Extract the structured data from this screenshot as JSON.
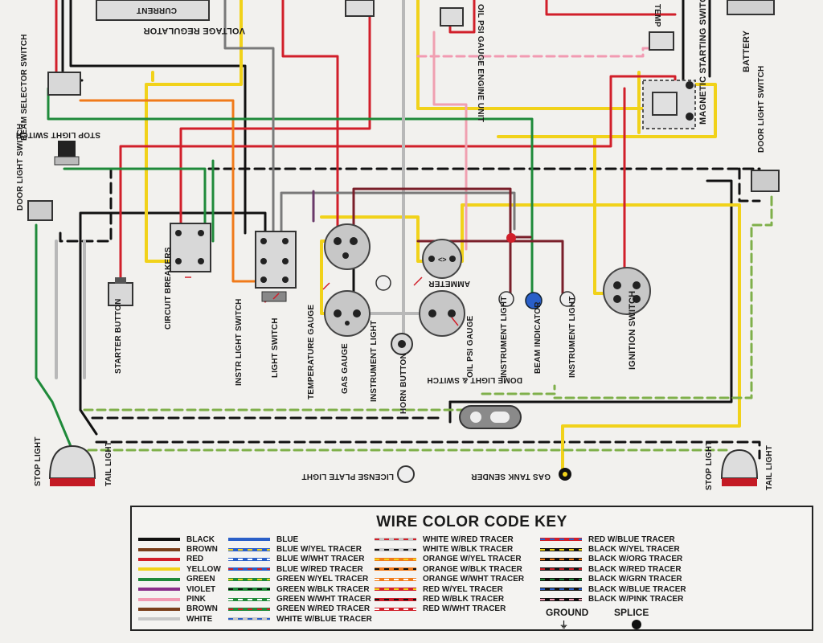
{
  "labels": {
    "voltage_regulator": "VOLTAGE REGULATOR",
    "current_regulator": "CURRENT",
    "beam_selector_switch": "BEAM SELECTOR SWITCH",
    "stop_light_switch": "STOP LIGHT SWITCH",
    "door_light_switch_left": "DOOR LIGHT SWITCH",
    "door_light_switch_right": "DOOR LIGHT SWITCH",
    "oil_psi_gauge_engine_unit": "OIL PSI GAUGE ENGINE UNIT",
    "temp_gauge_unit": "TEMP",
    "magnetic_starting_switch": "MAGNETIC STARTING SWITCH",
    "battery": "BATTERY",
    "starter_button": "STARTER BUTTON",
    "circuit_breakers": "CIRCUIT BREAKERS",
    "instr_light_switch": "INSTR LIGHT SWITCH",
    "light_switch": "LIGHT SWITCH",
    "temperature_gauge": "TEMPERATURE GAUGE",
    "gas_gauge": "GAS GAUGE",
    "instrument_light_1": "INSTRUMENT LIGHT",
    "horn_button": "HORN BUTTON",
    "oil_psi_gauge": "OIL PSI GAUGE",
    "ammeter": "AMMETER",
    "instrument_light_2": "INSTRUMENT LIGHT",
    "beam_indicator": "BEAM INDICATOR",
    "instrument_light_3": "INSTRUMENT LIGHT",
    "ignition_switch": "IGNITION SWITCH",
    "dome_light_switch": "DOME LIGHT & SWITCH",
    "license_plate_light": "LICENSE PLATE LIGHT",
    "gas_tank_sender": "GAS TANK SENDER",
    "stop_light_left": "STOP LIGHT",
    "tail_light_left": "TAIL LIGHT",
    "stop_light_right": "STOP LIGHT",
    "tail_light_right": "TAIL LIGHT"
  },
  "key": {
    "title": "WIRE COLOR CODE KEY",
    "columns": [
      [
        {
          "name": "BLACK",
          "color": "#111111"
        },
        {
          "name": "BROWN",
          "color": "#7a3e1a"
        },
        {
          "name": "RED",
          "color": "#d11f2a"
        },
        {
          "name": "YELLOW",
          "color": "#f1d21a"
        },
        {
          "name": "GREEN",
          "color": "#1f8a3a"
        },
        {
          "name": "VIOLET",
          "color": "#8a2f8a"
        },
        {
          "name": "PINK",
          "color": "#f29ab2"
        },
        {
          "name": "BROWN",
          "color": "#7a3e1a"
        },
        {
          "name": "WHITE",
          "color": "#c8c8c8"
        }
      ],
      [
        {
          "name": "BLUE",
          "color": "#2a5fc8"
        },
        {
          "name": "BLUE W/YEL TRACER",
          "color": "#2a5fc8",
          "tracer": "#f1d21a"
        },
        {
          "name": "BLUE W/WHT TRACER",
          "color": "#2a5fc8",
          "tracer": "#ffffff"
        },
        {
          "name": "BLUE W/RED TRACER",
          "color": "#2a5fc8",
          "tracer": "#d11f2a"
        },
        {
          "name": "GREEN W/YEL TRACER",
          "color": "#1f8a3a",
          "tracer": "#f1d21a"
        },
        {
          "name": "GREEN W/BLK TRACER",
          "color": "#1f8a3a",
          "tracer": "#111111"
        },
        {
          "name": "GREEN W/WHT TRACER",
          "color": "#1f8a3a",
          "tracer": "#ffffff"
        },
        {
          "name": "GREEN W/RED TRACER",
          "color": "#1f8a3a",
          "tracer": "#d11f2a"
        },
        {
          "name": "WHITE W/BLUE TRACER",
          "color": "#c8c8c8",
          "tracer": "#2a5fc8"
        }
      ],
      [
        {
          "name": "WHITE W/RED TRACER",
          "color": "#c8c8c8",
          "tracer": "#d11f2a"
        },
        {
          "name": "WHITE W/BLK TRACER",
          "color": "#c8c8c8",
          "tracer": "#111111"
        },
        {
          "name": "ORANGE W/YEL TRACER",
          "color": "#f07a1a",
          "tracer": "#f1d21a"
        },
        {
          "name": "ORANGE W/BLK TRACER",
          "color": "#f07a1a",
          "tracer": "#111111"
        },
        {
          "name": "ORANGE W/WHT TRACER",
          "color": "#f07a1a",
          "tracer": "#ffffff"
        },
        {
          "name": "RED W/YEL TRACER",
          "color": "#d11f2a",
          "tracer": "#f1d21a"
        },
        {
          "name": "RED W/BLK TRACER",
          "color": "#d11f2a",
          "tracer": "#111111"
        },
        {
          "name": "RED W/WHT TRACER",
          "color": "#d11f2a",
          "tracer": "#ffffff"
        }
      ],
      [
        {
          "name": "RED W/BLUE TRACER",
          "color": "#d11f2a",
          "tracer": "#2a5fc8"
        },
        {
          "name": "BLACK W/YEL TRACER",
          "color": "#111111",
          "tracer": "#f1d21a"
        },
        {
          "name": "BLACK W/ORG TRACER",
          "color": "#111111",
          "tracer": "#f07a1a"
        },
        {
          "name": "BLACK W/RED TRACER",
          "color": "#111111",
          "tracer": "#d11f2a"
        },
        {
          "name": "BLACK W/GRN TRACER",
          "color": "#111111",
          "tracer": "#1f8a3a"
        },
        {
          "name": "BLACK W/BLUE TRACER",
          "color": "#111111",
          "tracer": "#2a5fc8"
        },
        {
          "name": "BLACK W/PINK TRACER",
          "color": "#111111",
          "tracer": "#f29ab2"
        }
      ]
    ],
    "ground_label": "GROUND",
    "splice_label": "SPLICE"
  },
  "colors": {
    "black": "#111111",
    "red": "#d11f2a",
    "yellow": "#f1d21a",
    "green": "#1f8a3a",
    "pink": "#f29ab2",
    "brown": "#7a3e1a",
    "violet": "#8a2f8a",
    "blue": "#2a5fc8",
    "white": "#c8c8c8",
    "orange": "#f07a1a",
    "maroon": "#7a1f2a",
    "gray": "#6e6e6e"
  }
}
